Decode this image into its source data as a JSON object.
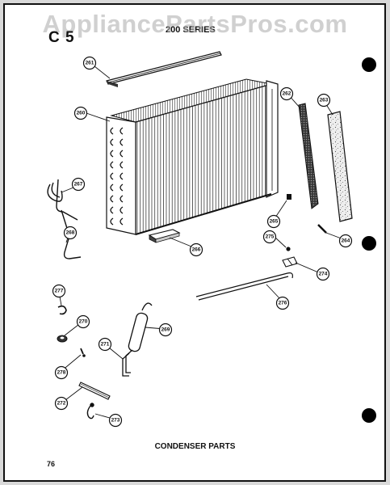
{
  "watermark": "AppliancePartsPros.com",
  "header": {
    "series": "200 SERIES",
    "code": "C 5"
  },
  "caption": "CONDENSER PARTS",
  "page_number": "76",
  "callouts": [
    "261",
    "260",
    "262",
    "263",
    "267",
    "268",
    "265",
    "264",
    "266",
    "275",
    "274",
    "276",
    "277",
    "270",
    "278",
    "269",
    "271",
    "272",
    "273"
  ]
}
